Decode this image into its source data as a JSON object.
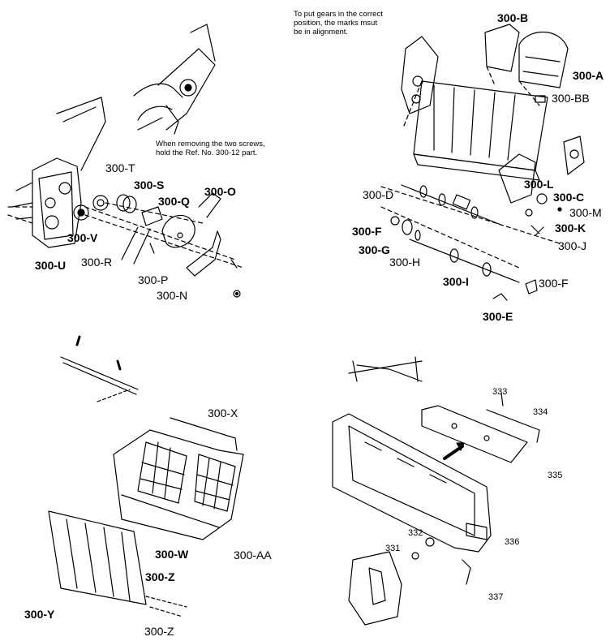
{
  "notes": {
    "gear_alignment": [
      "To put gears in the correct",
      "position, the marks msut",
      "be in alignment."
    ],
    "remove_screws": [
      "When removing the two screws,",
      "hold the Ref. No. 300-12 part."
    ]
  },
  "labels": {
    "t": "300-T",
    "s": "300-S",
    "q": "300-Q",
    "o": "300-O",
    "v": "300-V",
    "u": "300-U",
    "r": "300-R",
    "p": "300-P",
    "n": "300-N",
    "b": "300-B",
    "a": "300-A",
    "bb": "300-BB",
    "d": "300-D",
    "l": "300-L",
    "c": "300-C",
    "m": "300-M",
    "f1": "300-F",
    "k": "300-K",
    "j": "300-J",
    "g": "300-G",
    "h": "300-H",
    "i": "300-I",
    "f2": "300-F",
    "e": "300-E",
    "x": "300-X",
    "aa": "300-AA",
    "w": "300-W",
    "z1": "300-Z",
    "y": "300-Y",
    "z2": "300-Z",
    "n333": "333",
    "n334": "334",
    "n335": "335",
    "n332": "332",
    "n331": "331",
    "n336": "336",
    "n337": "337"
  }
}
